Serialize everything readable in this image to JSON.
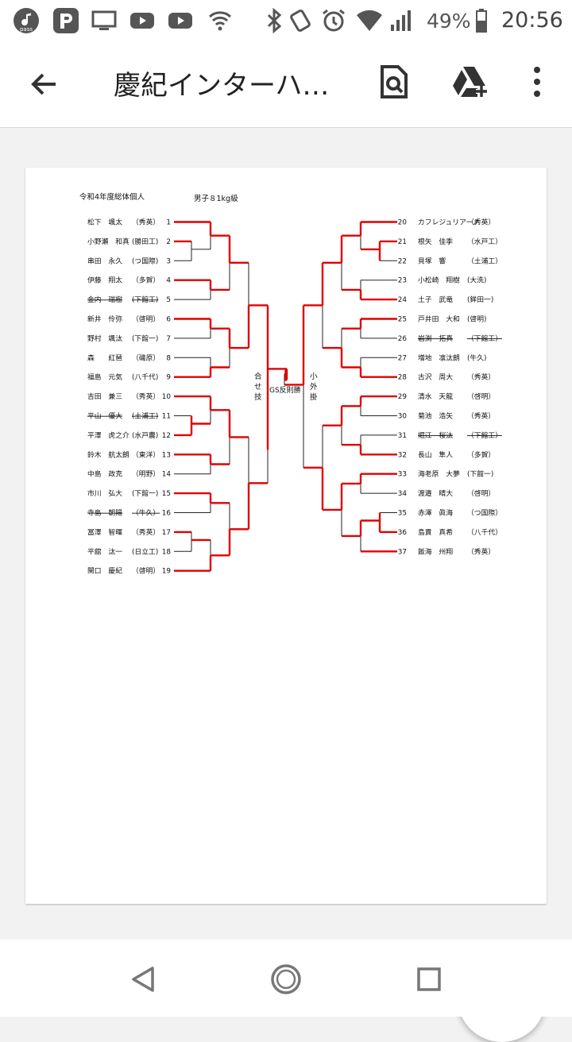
{
  "status_bar": {
    "battery_text": "49%",
    "time": "20:56",
    "pass_label": "pass"
  },
  "app_bar": {
    "title": "慶紀インターハ…",
    "back_icon": "arrow-back-icon",
    "search_icon": "document-search-icon",
    "drive_icon": "add-to-drive-icon",
    "menu_icon": "more-vert-icon"
  },
  "document": {
    "header_left": "令和4年度総体個人",
    "header_right": "男子８1kg級",
    "left_players": [
      {
        "no": "1",
        "name": "松下　颯太",
        "school": "（秀英）",
        "struck": false
      },
      {
        "no": "2",
        "name": "小野瀬　和真",
        "school": "(勝田工)",
        "struck": false
      },
      {
        "no": "3",
        "name": "串田　永久",
        "school": "(つ国際)",
        "struck": false
      },
      {
        "no": "4",
        "name": "伊藤　翔太",
        "school": "（多賀）",
        "struck": false
      },
      {
        "no": "5",
        "name": "金内　瑞樹",
        "school": "(下館工)",
        "struck": true
      },
      {
        "no": "6",
        "name": "新井　伶弥",
        "school": "（啓明）",
        "struck": false
      },
      {
        "no": "7",
        "name": "野村　颯汰",
        "school": "(下館一)",
        "struck": false
      },
      {
        "no": "8",
        "name": "森　　紅琶",
        "school": "（磯原）",
        "struck": false
      },
      {
        "no": "9",
        "name": "福島　元気",
        "school": "(八千代)",
        "struck": false
      },
      {
        "no": "10",
        "name": "吉田　兼三",
        "school": "（秀英）",
        "struck": false
      },
      {
        "no": "11",
        "name": "平山　優大",
        "school": "(土浦工)",
        "struck": true
      },
      {
        "no": "12",
        "name": "平澤　虎之介",
        "school": "(水戸農)",
        "struck": false
      },
      {
        "no": "13",
        "name": "鈴木　航太朗",
        "school": "（東洋）",
        "struck": false
      },
      {
        "no": "14",
        "name": "中島　政克",
        "school": "（明野）",
        "struck": false
      },
      {
        "no": "15",
        "name": "市川　弘大",
        "school": "(下館一)",
        "struck": false
      },
      {
        "no": "16",
        "name": "寺島　朝陽",
        "school": "（牛久）",
        "struck": true
      },
      {
        "no": "17",
        "name": "冨澤　智暉",
        "school": "（秀英）",
        "struck": false
      },
      {
        "no": "18",
        "name": "平舘　汰一",
        "school": "(日立工)",
        "struck": false
      },
      {
        "no": "19",
        "name": "関口　慶紀",
        "school": "（啓明）",
        "struck": false
      }
    ],
    "right_players": [
      {
        "no": "20",
        "name": "カフレジュリアーノ",
        "school": "（秀英）",
        "struck": false
      },
      {
        "no": "21",
        "name": "根矢　佳季",
        "school": "（水戸工）",
        "struck": false
      },
      {
        "no": "22",
        "name": "貝塚　響",
        "school": "（土浦工）",
        "struck": false
      },
      {
        "no": "23",
        "name": "小松崎　翔樹",
        "school": "(大洗)",
        "struck": false
      },
      {
        "no": "24",
        "name": "土子　武竜",
        "school": "(鉾田一)",
        "struck": false
      },
      {
        "no": "25",
        "name": "戸井田　大和",
        "school": "(啓明)",
        "struck": false
      },
      {
        "no": "26",
        "name": "岩渕　拓真",
        "school": "（下館工）",
        "struck": true
      },
      {
        "no": "27",
        "name": "増地　凛汰朗",
        "school": "(牛久)",
        "struck": false
      },
      {
        "no": "28",
        "name": "古沢　周大",
        "school": "（秀英）",
        "struck": false
      },
      {
        "no": "29",
        "name": "清水　天龍",
        "school": "（啓明）",
        "struck": false
      },
      {
        "no": "30",
        "name": "菊池　浩矢",
        "school": "（秀英）",
        "struck": false
      },
      {
        "no": "31",
        "name": "堀江　桜汰",
        "school": "（下館工）",
        "struck": true
      },
      {
        "no": "32",
        "name": "長山　隼人",
        "school": "（多賀）",
        "struck": false
      },
      {
        "no": "33",
        "name": "海老原　大夢",
        "school": "(下館一)",
        "struck": false
      },
      {
        "no": "34",
        "name": "渡邉　晴大",
        "school": "（啓明）",
        "struck": false
      },
      {
        "no": "35",
        "name": "赤澤　眞海",
        "school": "（つ国際）",
        "struck": false
      },
      {
        "no": "36",
        "name": "島貫　真希",
        "school": "（八千代）",
        "struck": false
      },
      {
        "no": "37",
        "name": "飯海　州翔",
        "school": "（秀英）",
        "struck": false
      }
    ],
    "annot_left": "合せ技",
    "annot_center": "GS反則勝",
    "annot_right": "小外掛",
    "colors": {
      "win": "#e00000",
      "line": "#222222"
    }
  },
  "fab": {
    "icon": "pencil-edit-icon"
  },
  "nav_bar": {
    "back": "nav-back-icon",
    "home": "nav-home-icon",
    "recents": "nav-recents-icon"
  }
}
